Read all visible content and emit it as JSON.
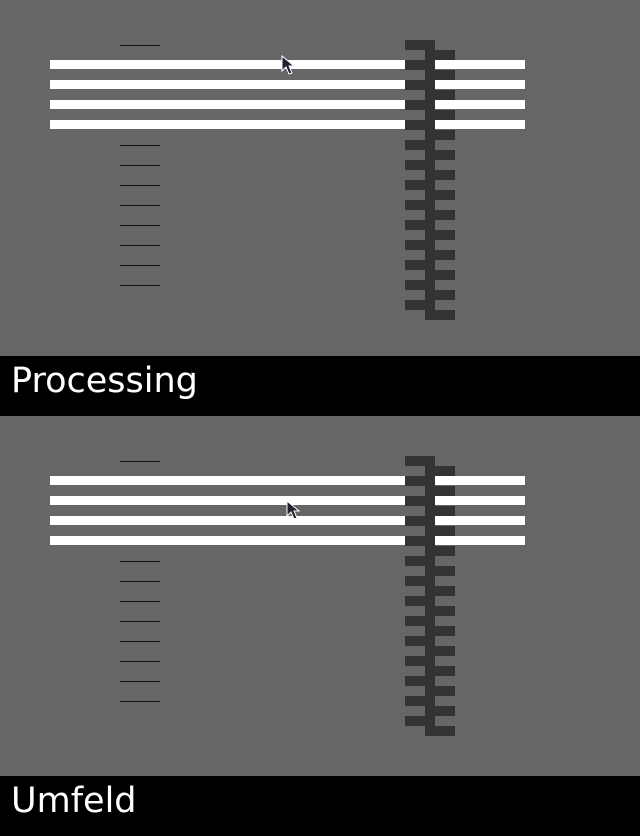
{
  "panels": [
    {
      "id": "top",
      "label": "Processing"
    },
    {
      "id": "bottom",
      "label": "Umfeld"
    }
  ],
  "colors": {
    "background": "#666666",
    "label_bar": "#000000",
    "label_text": "#ffffff",
    "bars": "#ffffff",
    "ticks": "#111111",
    "comb": "#333333"
  },
  "icons": {
    "cursor": "mouse-pointer-icon"
  }
}
